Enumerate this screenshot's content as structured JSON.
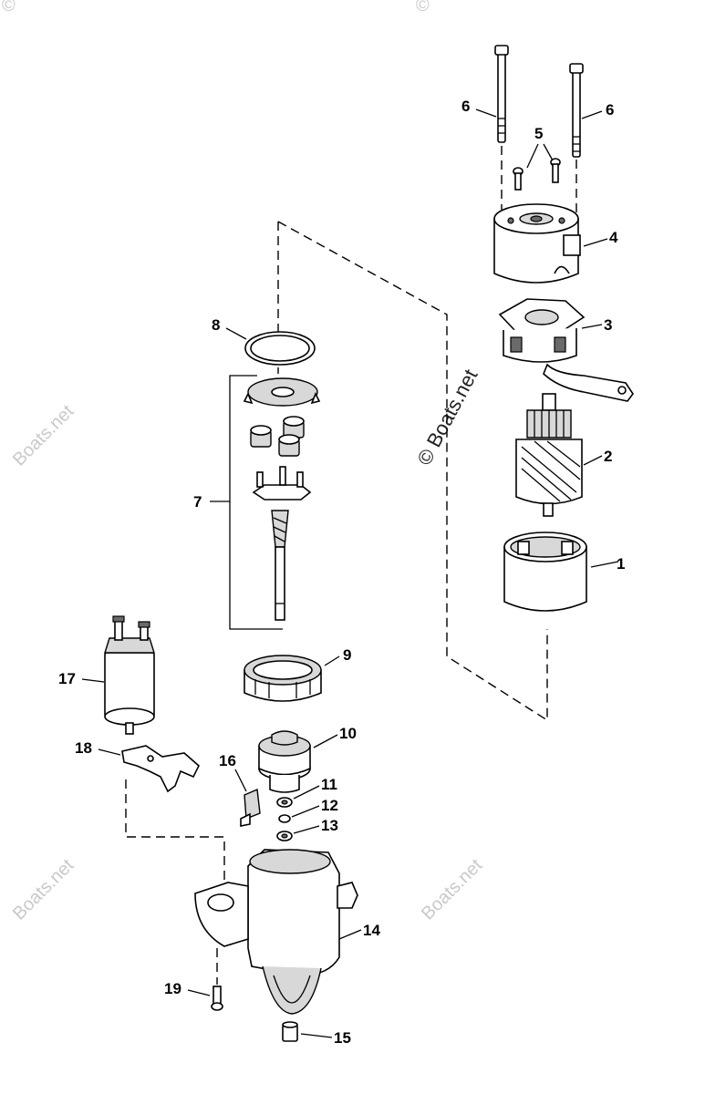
{
  "watermark": {
    "text": "Boats.net",
    "center_text": "© Boats.net"
  },
  "callouts": [
    {
      "id": "1",
      "label": "1"
    },
    {
      "id": "2",
      "label": "2"
    },
    {
      "id": "3",
      "label": "3"
    },
    {
      "id": "4",
      "label": "4"
    },
    {
      "id": "5",
      "label": "5"
    },
    {
      "id": "6a",
      "label": "6"
    },
    {
      "id": "6b",
      "label": "6"
    },
    {
      "id": "7",
      "label": "7"
    },
    {
      "id": "8",
      "label": "8"
    },
    {
      "id": "9",
      "label": "9"
    },
    {
      "id": "10",
      "label": "10"
    },
    {
      "id": "11",
      "label": "11"
    },
    {
      "id": "12",
      "label": "12"
    },
    {
      "id": "13",
      "label": "13"
    },
    {
      "id": "14",
      "label": "14"
    },
    {
      "id": "15",
      "label": "15"
    },
    {
      "id": "16",
      "label": "16"
    },
    {
      "id": "17",
      "label": "17"
    },
    {
      "id": "18",
      "label": "18"
    },
    {
      "id": "19",
      "label": "19"
    }
  ]
}
